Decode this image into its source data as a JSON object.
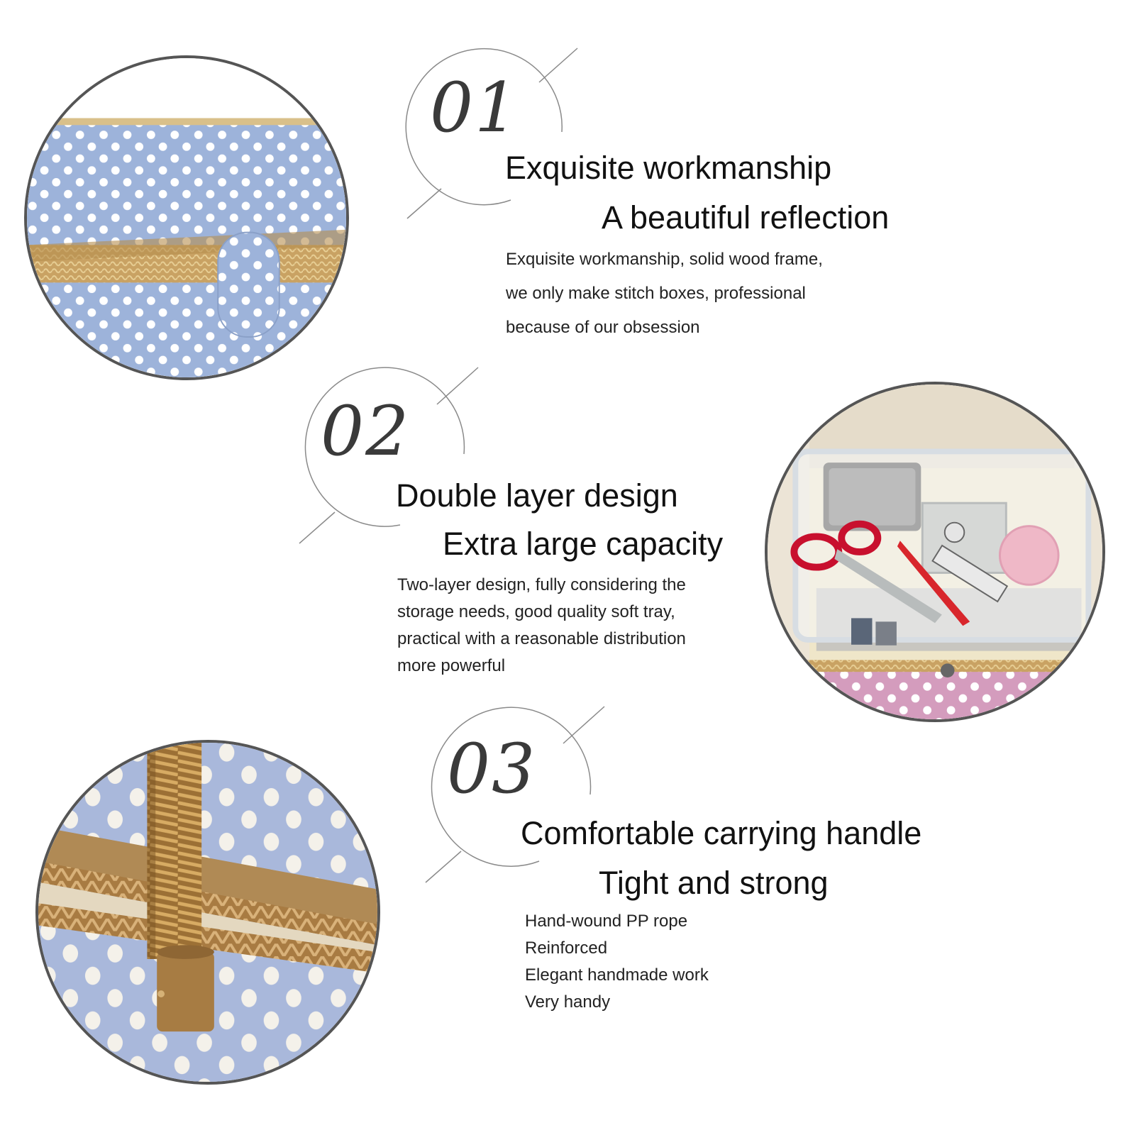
{
  "palette": {
    "blue_fabric": "#9db3da",
    "pink_fabric": "#d49cbd",
    "wicker": "#c9a263",
    "rope": "#a67a3d",
    "text": "#111111",
    "number": "#3a3a3a"
  },
  "sections": [
    {
      "number": "01",
      "title_line1": "Exquisite workmanship",
      "title_line2": "A beautiful reflection",
      "body": [
        "Exquisite workmanship, solid wood frame,",
        "we only make stitch boxes, professional",
        "because of our obsession"
      ]
    },
    {
      "number": "02",
      "title_line1": "Double layer design",
      "title_line2": "Extra large capacity",
      "body": [
        "Two-layer design, fully considering the",
        "storage needs, good quality soft tray,",
        "practical with a reasonable distribution",
        "more powerful"
      ]
    },
    {
      "number": "03",
      "title_line1": "Comfortable carrying handle",
      "title_line2": "Tight and strong",
      "body": [
        "Hand-wound PP rope",
        "Reinforced",
        "Elegant handmade work",
        "Very handy"
      ]
    }
  ],
  "photos": [
    {
      "subject": "blue-polka-dot-box-lid-closeup"
    },
    {
      "subject": "pink-box-with-open-plastic-tray"
    },
    {
      "subject": "rope-handle-closeup"
    }
  ]
}
